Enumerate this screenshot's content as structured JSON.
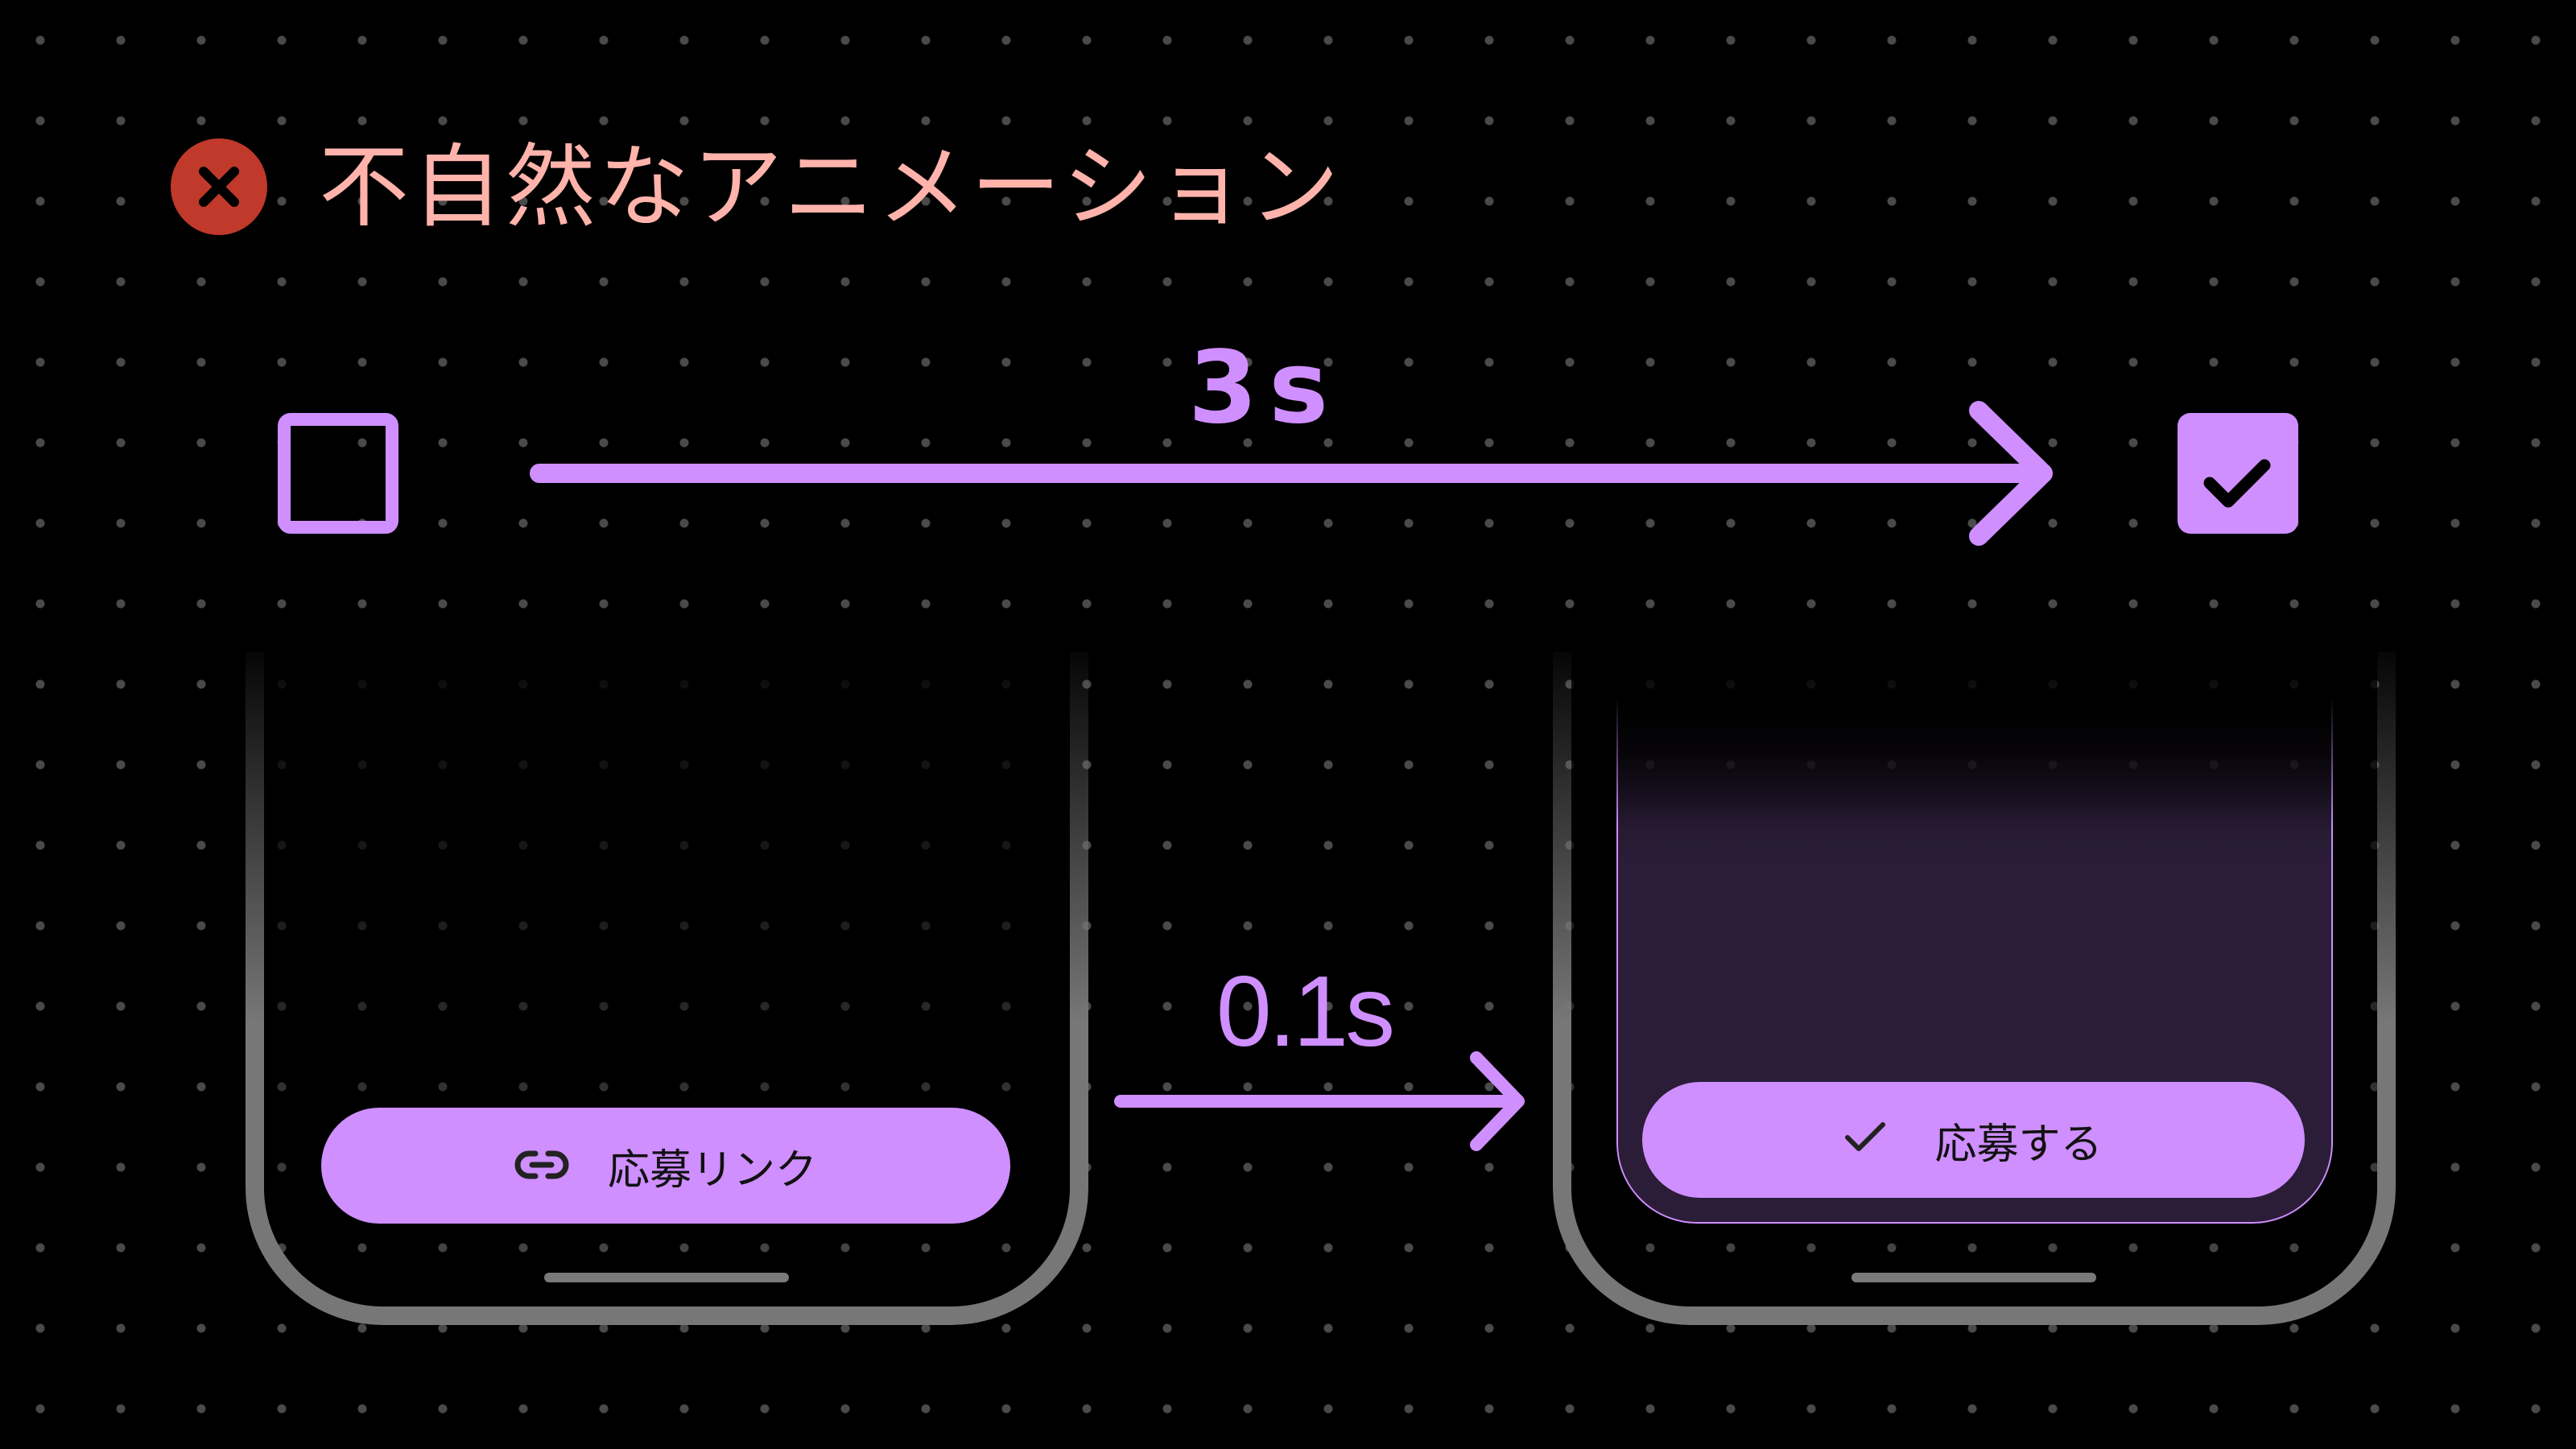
{
  "header": {
    "icon": "x-circle-icon",
    "title": "不自然なアニメーション",
    "title_color": "#ffb3ab",
    "icon_color": "#c0392b"
  },
  "checkbox_transition": {
    "from_state": "unchecked",
    "to_state": "checked",
    "duration_label": "3s",
    "arrow_icon": "arrow-right-icon"
  },
  "button_transition": {
    "duration_label": "0.1s",
    "arrow_icon": "arrow-right-icon"
  },
  "phones": [
    {
      "id": "before",
      "button": {
        "icon": "link-icon",
        "label": "応募リンク"
      }
    },
    {
      "id": "after",
      "button": {
        "icon": "check-icon",
        "label": "応募する"
      }
    }
  ],
  "colors": {
    "accent": "#cf8fff",
    "background": "#000000",
    "dot_grid": "#4a4a4a",
    "phone_frame": "#777777",
    "sheet_bg": "#2b1d38",
    "button_text": "#111111"
  }
}
